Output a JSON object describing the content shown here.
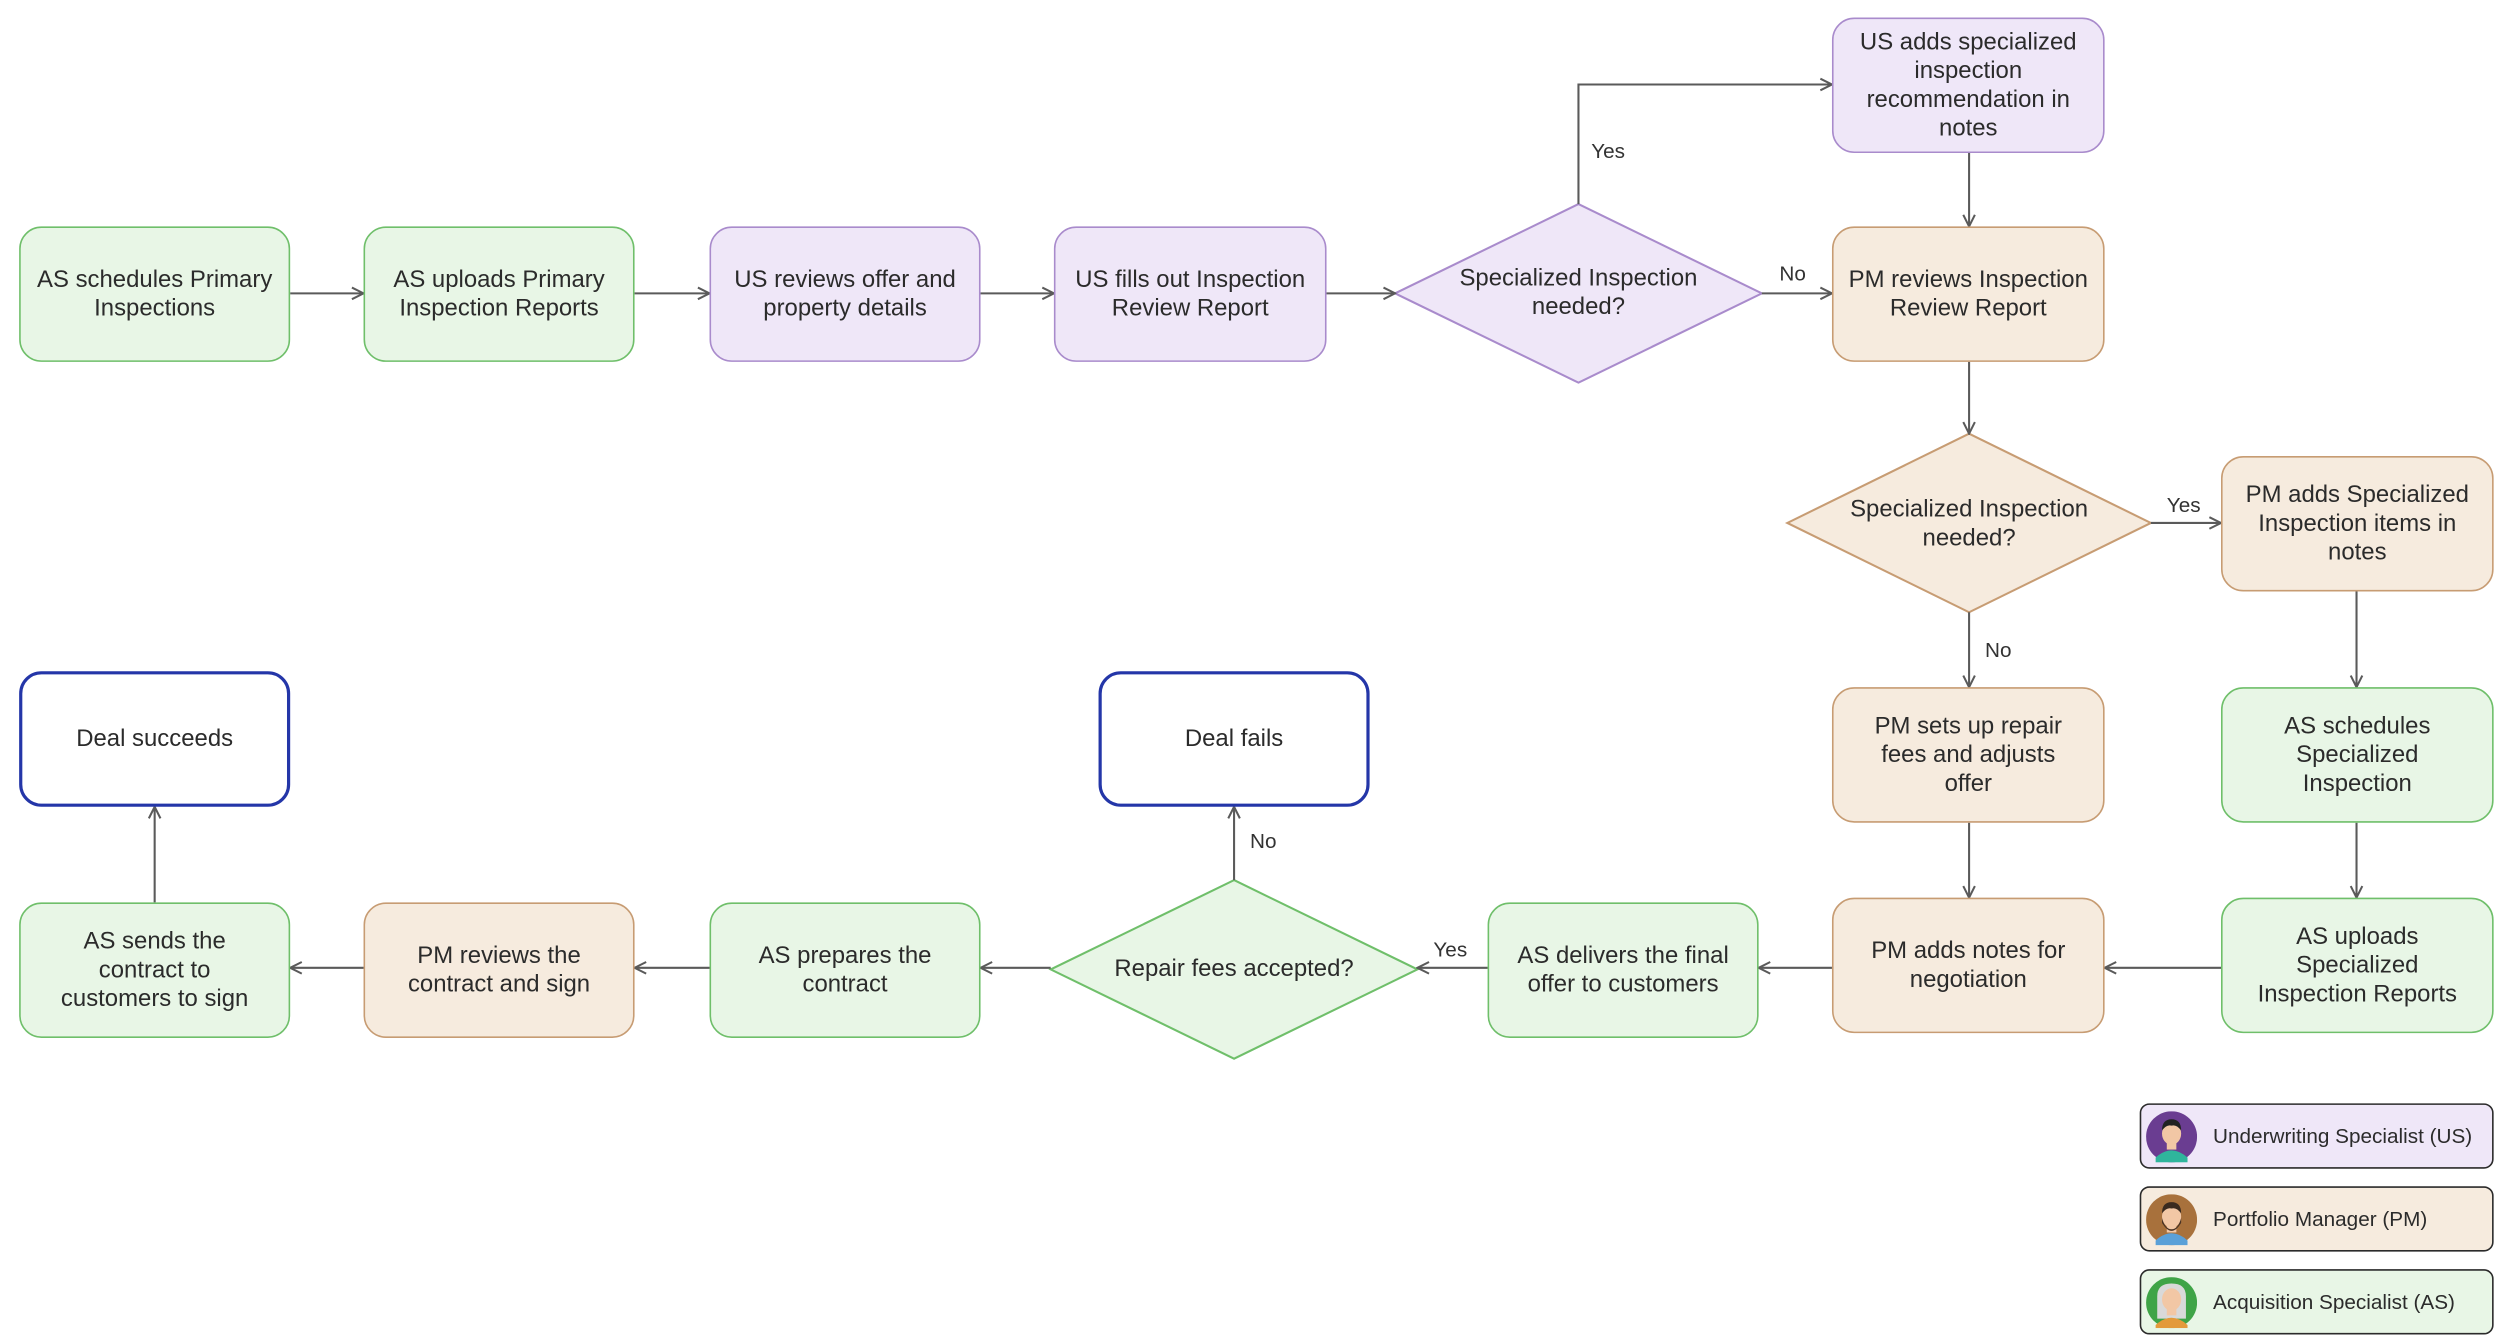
{
  "colors": {
    "green_fill": "#e8f6e6",
    "green_stroke": "#6fbf6a",
    "purple_fill": "#efe7f8",
    "purple_stroke": "#a98bcc",
    "tan_fill": "#f6ebde",
    "tan_stroke": "#c79c73",
    "end_stroke": "#2436a8",
    "arrow": "#5a5a5a"
  },
  "nodes": {
    "as_schedules_primary": "AS schedules Primary Inspections",
    "as_uploads_primary": "AS uploads Primary Inspection Reports",
    "us_reviews_offer": "US reviews offer and property details",
    "us_fills_report": "US fills out Inspection Review Report",
    "us_decision": "Specialized Inspection needed?",
    "us_adds_recommendation": "US adds specialized inspection recommendation in notes",
    "pm_reviews_report": "PM reviews Inspection Review Report",
    "pm_decision": "Specialized Inspection needed?",
    "pm_adds_items": "PM adds Specialized Inspection items in notes",
    "pm_sets_fees": "PM sets up repair fees and adjusts offer",
    "as_schedules_specialized": "AS schedules Specialized Inspection",
    "as_uploads_specialized": "AS uploads Specialized Inspection Reports",
    "pm_adds_notes": "PM adds notes for negotiation",
    "as_delivers_offer": "AS delivers the final offer to customers",
    "repair_decision": "Repair fees accepted?",
    "deal_fails": "Deal fails",
    "as_prepares_contract": "AS prepares the contract",
    "pm_reviews_contract": "PM reviews the contract and sign",
    "as_sends_contract": "AS sends the contract to customers to sign",
    "deal_succeeds": "Deal succeeds"
  },
  "edge_labels": {
    "us_yes": "Yes",
    "us_no": "No",
    "pm_yes": "Yes",
    "pm_no": "No",
    "repair_yes": "Yes",
    "repair_no": "No"
  },
  "legend": {
    "us": "Underwriting Specialist (US)",
    "pm": "Portfolio Manager (PM)",
    "as": "Acquisition Specialist (AS)"
  }
}
